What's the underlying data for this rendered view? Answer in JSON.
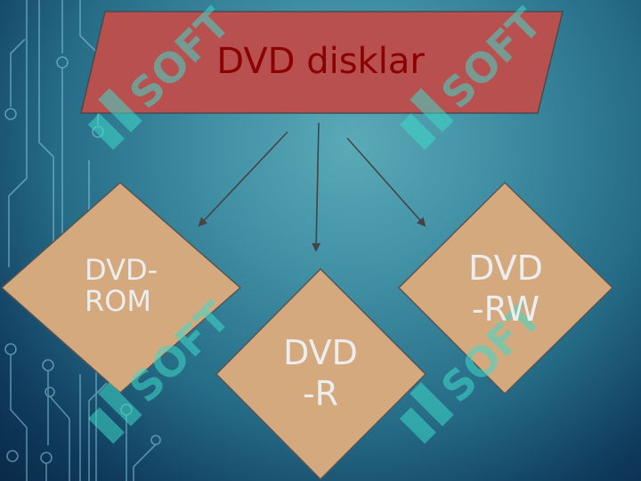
{
  "title": "DVD disklar",
  "nodes": [
    {
      "id": "dvd-rom",
      "label": "DVD-\nROM"
    },
    {
      "id": "dvd-r",
      "label": "DVD\n-R"
    },
    {
      "id": "dvd-rw",
      "label": "DVD\n-RW"
    }
  ],
  "watermark_text": "SOFT",
  "colors": {
    "title_fill": "#b85050",
    "title_text": "#8b0000",
    "diamond_fill": "#d4a97e",
    "diamond_stroke": "#555555",
    "arrow": "#444444",
    "node_text": "#ececec",
    "watermark": "#3fd9c8"
  }
}
